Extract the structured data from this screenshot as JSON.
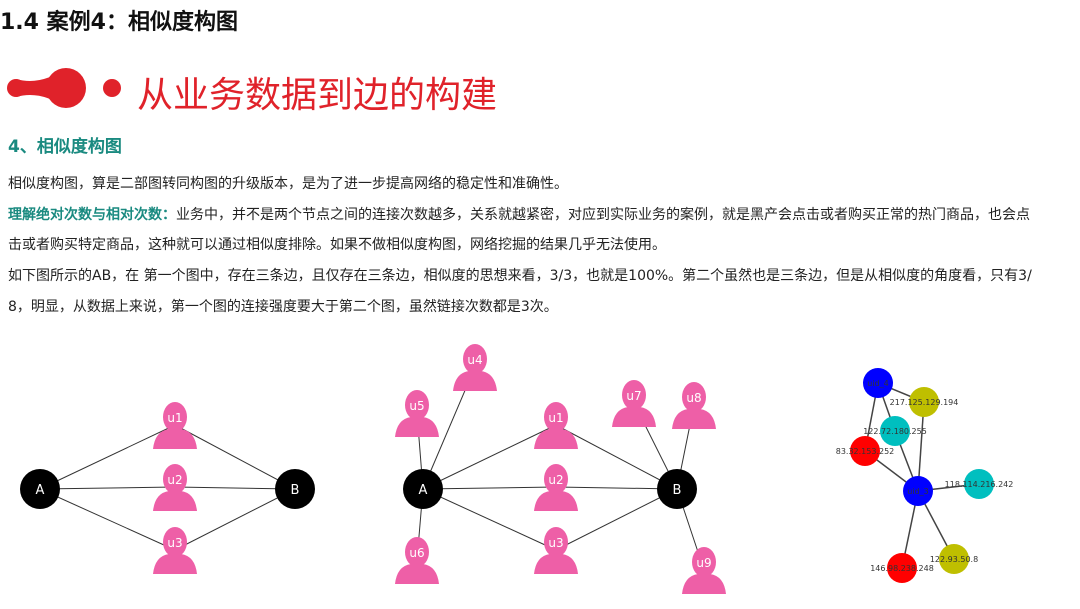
{
  "section_heading": "1.4  案例4：相似度构图",
  "banner_title": "从业务数据到边的构建",
  "subheading": "4、相似度构图",
  "paragraphs": {
    "p1": "相似度构图，算是二部图转同构图的升级版本，是为了进一步提高网络的稳定性和准确性。",
    "p2_highlight": "理解绝对次数与相对次数：",
    "p2_line1": "业务中，并不是两个节点之间的连接次数越多，关系就越紧密，对应到实际业务的案例，就是黑产会点击或者购买正常的热门商品，也会点",
    "p2_line2": "击或者购买特定商品，这种就可以通过相似度排除。如果不做相似度构图，网络挖掘的结果几乎无法使用。",
    "p3_line1": "如下图所示的AB，在 第一个图中，存在三条边，且仅存在三条边，相似度的思想来看，3/3，也就是100%。第二个虽然也是三条边，但是从相似度的角度看，只有3/",
    "p3_line2": "8，明显，从数据上来说，第一个图的连接强度要大于第二个图，虽然链接次数都是3次。"
  },
  "colors": {
    "accent": "#e0222a",
    "teal": "#1a8a80",
    "person": "#ee5fa7"
  },
  "graph1": {
    "nodes": [
      "A",
      "B"
    ],
    "users": [
      "u1",
      "u2",
      "u3"
    ]
  },
  "graph2": {
    "nodes": [
      "A",
      "B"
    ],
    "users": [
      "u1",
      "u2",
      "u3",
      "u4",
      "u5",
      "u6",
      "u7",
      "u8",
      "u9"
    ]
  },
  "graph3": {
    "nodes": [
      {
        "label": "uid_4",
        "color": "#0000ff"
      },
      {
        "label": "217.125.129.194",
        "color": "#bfbf00"
      },
      {
        "label": "122.72.180.255",
        "color": "#00bfbf"
      },
      {
        "label": "83.32.153.252",
        "color": "#ff0000"
      },
      {
        "label": "uid_3",
        "color": "#0000ff"
      },
      {
        "label": "118.114.216.242",
        "color": "#00bfbf"
      },
      {
        "label": "146.98.238.248",
        "color": "#ff0000"
      },
      {
        "label": "122.93.50.8",
        "color": "#bfbf00"
      }
    ]
  }
}
